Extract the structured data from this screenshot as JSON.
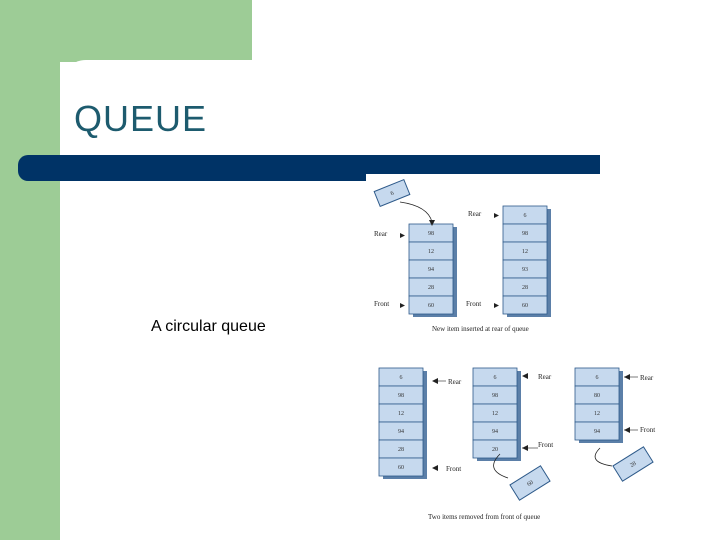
{
  "slide": {
    "title": "QUEUE",
    "caption": "A circular queue"
  },
  "figure": {
    "top_caption": "New item inserted at rear of queue",
    "bottom_caption": "Two items removed from front of queue",
    "labels": {
      "rear": "Rear",
      "front": "Front"
    },
    "top_left_queue": [
      "98",
      "12",
      "94",
      "28",
      "60"
    ],
    "top_right_queue": [
      "6",
      "98",
      "12",
      "93",
      "28",
      "60"
    ],
    "new_item": "6",
    "bottom_queue_1": [
      "6",
      "98",
      "12",
      "94",
      "28",
      "60"
    ],
    "bottom_queue_2": [
      "6",
      "98",
      "12",
      "94",
      "20"
    ],
    "bottom_queue_3": [
      "6",
      "80",
      "12",
      "94"
    ],
    "removed_1": "60",
    "removed_2": "28"
  },
  "colors": {
    "green": "#9dcc96",
    "navy": "#003366",
    "title": "#1d5b6e",
    "cell": "#c6d9ee",
    "cell_border": "#2e5a8a"
  }
}
